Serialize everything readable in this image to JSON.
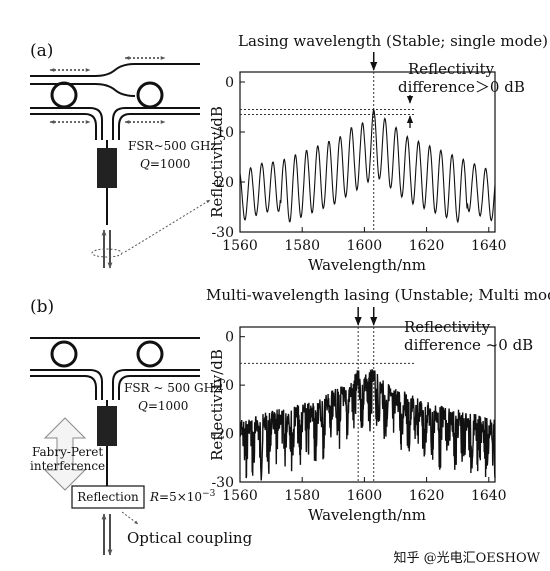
{
  "figure": {
    "watermark": "知乎 @光电汇OESHOW"
  },
  "panel_a": {
    "label": "(a)",
    "fsr": "FSR~500 GHz",
    "q_prefix": "Q",
    "q_value": "=1000"
  },
  "panel_b": {
    "label": "(b)",
    "fsr": "FSR ~ 500 GHz",
    "q_prefix": "Q",
    "q_value": "=1000",
    "fp_line1": "Fabry-Peret",
    "fp_line2": "interference",
    "reflection": "Reflection",
    "r_prefix": "R",
    "r_value": "=5×10",
    "r_exp": "−3",
    "coupling": "Optical coupling"
  },
  "chart_data": [
    {
      "type": "line",
      "title": "Lasing wavelength (Stable; single mode)",
      "xlabel": "Wavelength/nm",
      "ylabel": "Reflectivity/dB",
      "xlim": [
        1560,
        1642
      ],
      "ylim": [
        -30,
        2
      ],
      "xticks": [
        1560,
        1580,
        1600,
        1620,
        1640
      ],
      "yticks": [
        0,
        -10,
        -20,
        -30
      ],
      "annotations": [
        "Reflectivity",
        "difference＞0 dB"
      ],
      "reference_lines_db": [
        -5.5,
        -6.5
      ],
      "marker_wavelength": 1603,
      "series": [
        {
          "x": [
            1560,
            1564,
            1568,
            1572,
            1576,
            1580,
            1584,
            1588,
            1592,
            1596,
            1600,
            1603,
            1606,
            1610,
            1614,
            1618,
            1622,
            1626,
            1630,
            1634,
            1638,
            1642
          ],
          "y": [
            -18,
            -17,
            -16,
            -16,
            -15,
            -14,
            -13,
            -12,
            -11,
            -9,
            -8,
            -5.5,
            -7,
            -9,
            -11,
            -12,
            -13,
            -14,
            -15,
            -16,
            -17,
            -18
          ]
        }
      ]
    },
    {
      "type": "line",
      "title": "Multi-wavelength lasing (Unstable; Multi mode)",
      "xlabel": "Wavelength/nm",
      "ylabel": "Reflectivity/dB",
      "xlim": [
        1560,
        1642
      ],
      "ylim": [
        -30,
        2
      ],
      "xticks": [
        1560,
        1580,
        1600,
        1620,
        1640
      ],
      "yticks": [
        0,
        -10,
        -20,
        -30
      ],
      "annotations": [
        "Reflectivity",
        "difference ~0 dB"
      ],
      "reference_lines_db": [
        -5.5
      ],
      "marker_wavelengths": [
        1598,
        1603
      ],
      "series": [
        {
          "x": [
            1560,
            1566,
            1572,
            1578,
            1584,
            1590,
            1596,
            1598,
            1600,
            1603,
            1606,
            1612,
            1618,
            1624,
            1630,
            1636,
            1642
          ],
          "y": [
            -16,
            -15,
            -14,
            -13,
            -12,
            -10,
            -8,
            -5.5,
            -7,
            -5.5,
            -8,
            -10,
            -12,
            -13,
            -14,
            -15,
            -16
          ]
        }
      ]
    }
  ]
}
